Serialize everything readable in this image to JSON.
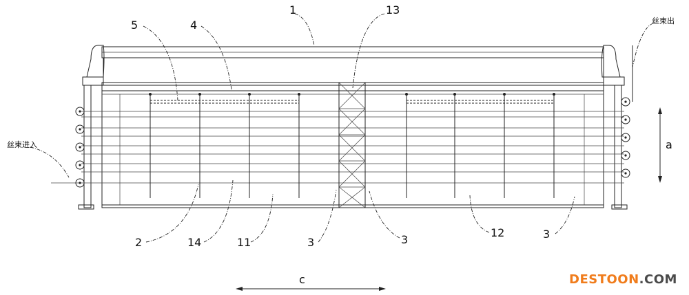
{
  "labels": {
    "l1": "1",
    "l13": "13",
    "l5": "5",
    "l4": "4",
    "l2": "2",
    "l14": "14",
    "l11": "11",
    "l3a": "3",
    "l3b": "3",
    "l12": "12",
    "l3c": "3",
    "a": "a",
    "c": "c"
  },
  "text": {
    "tow_in": "丝束进入",
    "tow_out": "丝束出"
  },
  "watermark": {
    "part1": "DESTOON",
    "part2": ".COM",
    "color_brand": "#f07c1c"
  }
}
